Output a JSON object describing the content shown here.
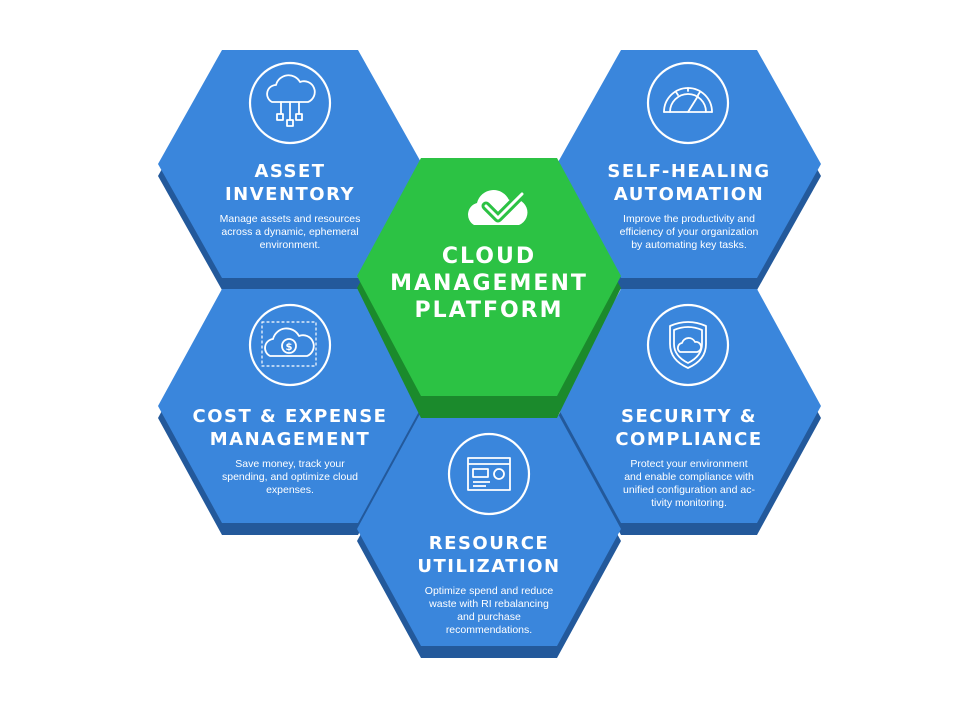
{
  "colors": {
    "blue": "#3a86dc",
    "blue_dark": "#23599b",
    "green": "#2cc244",
    "green_dark": "#1b8a2c",
    "text": "#ffffff"
  },
  "center": {
    "title_lines": [
      "CLOUD",
      "MANAGEMENT",
      "PLATFORM"
    ],
    "icon": "cloud-check-icon"
  },
  "tiles": [
    {
      "id": "asset-inventory",
      "title_lines": [
        "ASSET",
        "INVENTORY"
      ],
      "description_lines": [
        "Manage assets and resources",
        "across a dynamic, ephemeral",
        "environment."
      ],
      "icon": "cloud-network-icon"
    },
    {
      "id": "self-healing-automation",
      "title_lines": [
        "SELF-HEALING",
        "AUTOMATION"
      ],
      "description_lines": [
        "Improve the productivity and",
        "efficiency of your organization",
        "by automating key tasks."
      ],
      "icon": "gauge-icon"
    },
    {
      "id": "cost-expense-management",
      "title_lines": [
        "COST & EXPENSE",
        "MANAGEMENT"
      ],
      "description_lines": [
        "Save money, track your",
        "spending, and optimize cloud",
        "expenses."
      ],
      "icon": "cloud-dollar-icon"
    },
    {
      "id": "security-compliance",
      "title_lines": [
        "SECURITY &",
        "COMPLIANCE"
      ],
      "description_lines": [
        "Protect your environment",
        "and enable compliance with",
        "unified configuration and ac-",
        "tivity monitoring."
      ],
      "icon": "shield-cloud-icon"
    },
    {
      "id": "resource-utilization",
      "title_lines": [
        "RESOURCE",
        "UTILIZATION"
      ],
      "description_lines": [
        "Optimize spend and reduce",
        "waste with RI rebalancing",
        "and purchase",
        "recommendations."
      ],
      "icon": "dashboard-window-icon"
    }
  ]
}
